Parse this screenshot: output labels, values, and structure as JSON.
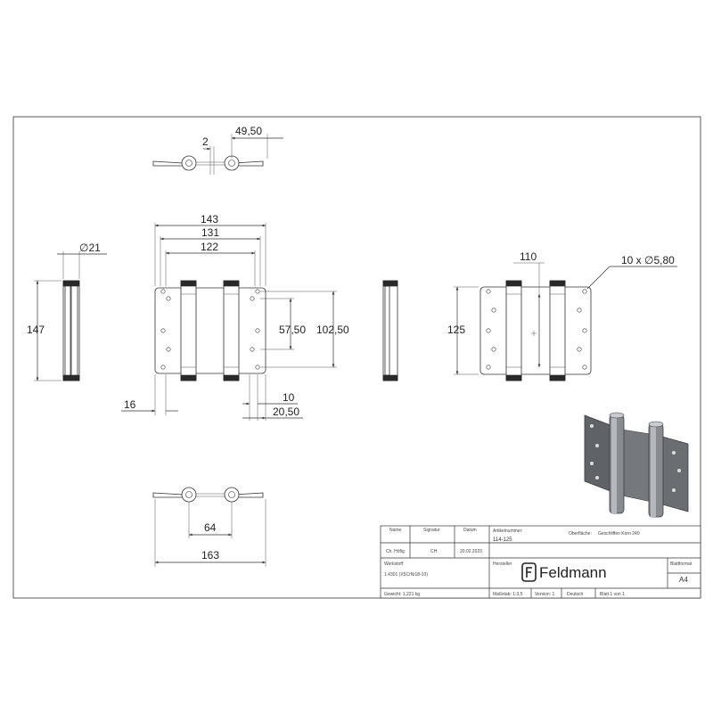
{
  "dimensions": {
    "d_2": "2",
    "d_49_50": "49,50",
    "d_143": "143",
    "d_131": "131",
    "d_122": "122",
    "d_dia21": "∅21",
    "d_147": "147",
    "d_57_50": "57,50",
    "d_102_50": "102,50",
    "d_16": "16",
    "d_10": "10",
    "d_20_50": "20,50",
    "d_110": "110",
    "d_holes": "10 x ∅5,80",
    "d_125": "125",
    "d_64": "64",
    "d_163": "163"
  },
  "title_block": {
    "name_hdr": "Name",
    "signatur_hdr": "Signatur",
    "datum_hdr": "Datum",
    "name_val": "Ch. Höfig",
    "signatur_val": "CH",
    "datum_val": "20.02.2023",
    "artikelnummer_hdr": "Artikelnummer",
    "artikelnummer_val": "114-125",
    "oberflaeche_hdr": "Oberfläche:",
    "oberflaeche_val": "Geschliffen Korn 240",
    "hersteller_hdr": "Hersteller",
    "brand": "Feldmann",
    "blattformat_hdr": "Blattformat",
    "blattformat_val": "A4",
    "werkstoff_hdr": "Werkstoff:",
    "werkstoff_val": "1.4301 (X5CrNi18-10)",
    "gewicht": "Gewicht: 1,221 kg",
    "massstab": "Maßstab: 1:3,5",
    "version": "Version: 1",
    "sprache": "Deutsch",
    "blatt": "Blatt 1 von 1"
  }
}
